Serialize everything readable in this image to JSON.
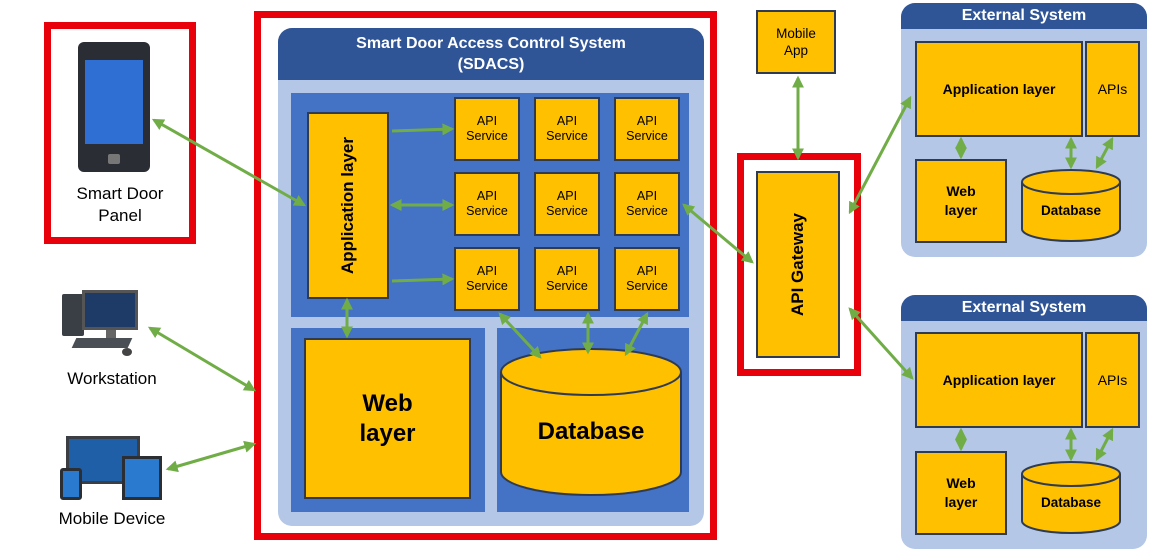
{
  "sdacs": {
    "title_line1": "Smart Door Access Control System",
    "title_line2": "(SDACS)"
  },
  "app_layer": "Application layer",
  "services": [
    "API\nService",
    "API\nService",
    "API\nService",
    "API\nService",
    "API\nService",
    "API\nService",
    "API\nService",
    "API\nService",
    "API\nService"
  ],
  "web_layer_line1": "Web",
  "web_layer_line2": "layer",
  "database": "Database",
  "clients": {
    "panel_line1": "Smart Door",
    "panel_line2": "Panel",
    "workstation": "Workstation",
    "mobile_device": "Mobile Device"
  },
  "mobile_app_line1": "Mobile",
  "mobile_app_line2": "App",
  "gateway": "API Gateway",
  "external": [
    {
      "title": "External System",
      "app_layer": "Application layer",
      "apis": "APIs",
      "web_line1": "Web",
      "web_line2": "layer",
      "database": "Database"
    },
    {
      "title": "External System",
      "app_layer": "Application layer",
      "apis": "APIs",
      "web_line1": "Web",
      "web_line2": "layer",
      "database": "Database"
    }
  ],
  "colors": {
    "red_outline": "#e8000b",
    "title_blue": "#2f5597",
    "mid_blue": "#4472c4",
    "light_blue": "#b4c7e7",
    "component_gold": "#ffc000",
    "arrow_green": "#70ad47"
  }
}
